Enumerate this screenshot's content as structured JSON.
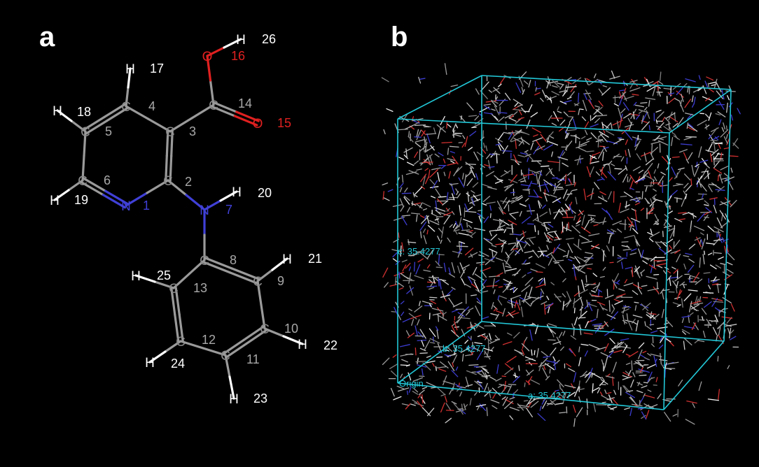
{
  "panels": {
    "a": "a",
    "b": "b"
  },
  "colors": {
    "carbon": "#8a8a8a",
    "bond": "#9a9a9a",
    "hydrogen": "#ffffff",
    "nitrogen": "#4040d8",
    "oxygen": "#e02020",
    "cell": "#22c8d8"
  },
  "molecule": {
    "atoms": [
      {
        "id": 1,
        "el": "N"
      },
      {
        "id": 2,
        "el": "C"
      },
      {
        "id": 3,
        "el": "C"
      },
      {
        "id": 4,
        "el": "C"
      },
      {
        "id": 5,
        "el": "C"
      },
      {
        "id": 6,
        "el": "C"
      },
      {
        "id": 7,
        "el": "N"
      },
      {
        "id": 8,
        "el": "C"
      },
      {
        "id": 9,
        "el": "C"
      },
      {
        "id": 10,
        "el": "C"
      },
      {
        "id": 11,
        "el": "C"
      },
      {
        "id": 12,
        "el": "C"
      },
      {
        "id": 13,
        "el": "C"
      },
      {
        "id": 14,
        "el": "C"
      },
      {
        "id": 15,
        "el": "O"
      },
      {
        "id": 16,
        "el": "O"
      },
      {
        "id": 17,
        "el": "H"
      },
      {
        "id": 18,
        "el": "H"
      },
      {
        "id": 19,
        "el": "H"
      },
      {
        "id": 20,
        "el": "H"
      },
      {
        "id": 21,
        "el": "H"
      },
      {
        "id": 22,
        "el": "H"
      },
      {
        "id": 23,
        "el": "H"
      },
      {
        "id": 24,
        "el": "H"
      },
      {
        "id": 25,
        "el": "H"
      },
      {
        "id": 26,
        "el": "H"
      }
    ],
    "bonds": [
      [
        1,
        2,
        1
      ],
      [
        2,
        3,
        2
      ],
      [
        3,
        4,
        1
      ],
      [
        4,
        5,
        2
      ],
      [
        5,
        6,
        1
      ],
      [
        6,
        1,
        2
      ],
      [
        2,
        7,
        1
      ],
      [
        7,
        8,
        1
      ],
      [
        8,
        9,
        2
      ],
      [
        9,
        10,
        1
      ],
      [
        10,
        11,
        2
      ],
      [
        11,
        12,
        1
      ],
      [
        12,
        13,
        2
      ],
      [
        13,
        8,
        1
      ],
      [
        3,
        14,
        1
      ],
      [
        14,
        15,
        2
      ],
      [
        14,
        16,
        1
      ],
      [
        16,
        26,
        1
      ],
      [
        4,
        17,
        1
      ],
      [
        5,
        18,
        1
      ],
      [
        6,
        19,
        1
      ],
      [
        7,
        20,
        1
      ],
      [
        9,
        21,
        1
      ],
      [
        10,
        22,
        1
      ],
      [
        11,
        23,
        1
      ],
      [
        12,
        24,
        1
      ],
      [
        13,
        25,
        1
      ]
    ]
  },
  "cell": {
    "label_a": "a: 35.4277",
    "label_b": "b: 35.4277",
    "label_c": "c: 35.4277",
    "origin": "Origin"
  }
}
